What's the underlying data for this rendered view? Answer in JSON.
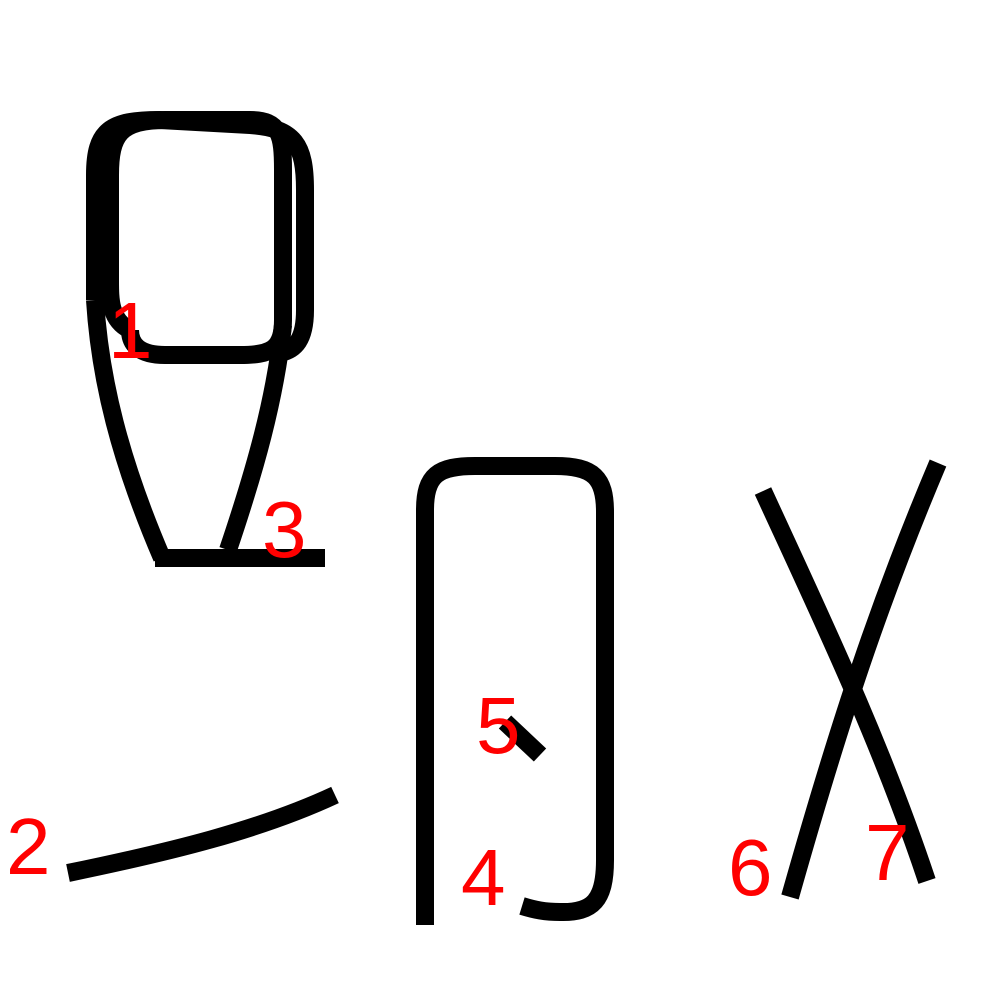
{
  "colors": {
    "background": "#ffffff",
    "stroke": "#000000",
    "label": "#ff0000"
  },
  "strokes": [
    {
      "id": "stroke-1",
      "label": "1"
    },
    {
      "id": "stroke-2",
      "label": "2"
    },
    {
      "id": "stroke-3",
      "label": "3"
    },
    {
      "id": "stroke-4",
      "label": "4"
    },
    {
      "id": "stroke-5",
      "label": "5"
    },
    {
      "id": "stroke-6",
      "label": "6"
    },
    {
      "id": "stroke-7",
      "label": "7"
    }
  ]
}
